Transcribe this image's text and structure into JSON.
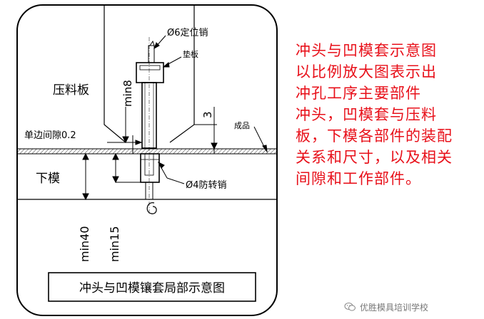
{
  "diagram": {
    "labels": {
      "dowel_pin": "Ø6定位销",
      "backing_plate": "垫板",
      "stripper_plate": "压料板",
      "min8": "min8",
      "dim_3": "3",
      "product": "成品",
      "side_clearance": "单边间隙0.2",
      "lower_die": "下模",
      "anti_rotation_pin": "Ø4防转销",
      "min40": "min40",
      "min15": "min15",
      "caption": "冲头与凹模镶套局部示意图"
    }
  },
  "description": {
    "lines": [
      "冲头与凹模套示意图",
      "以比例放大图表示出",
      "冲孔工序主要部件",
      "冲头，凹模套与压料",
      "板，下模各部件的装配",
      "关系和尺寸，以及相关",
      "间隙和工作部件。"
    ],
    "color": "#e8101a"
  },
  "watermark": {
    "text": "优胜模具培训学校"
  }
}
